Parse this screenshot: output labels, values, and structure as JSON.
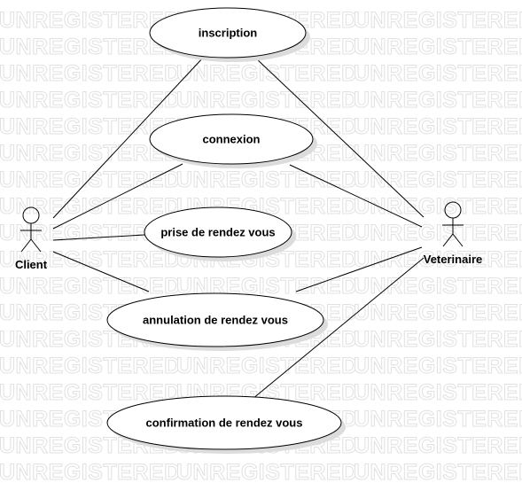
{
  "watermark": {
    "text": "UNREGISTERED"
  },
  "diagram": {
    "actors": [
      {
        "id": "client",
        "label": "Client"
      },
      {
        "id": "veterinaire",
        "label": "Veterinaire"
      }
    ],
    "use_cases": [
      {
        "id": "inscription",
        "label": "inscription"
      },
      {
        "id": "connexion",
        "label": "connexion"
      },
      {
        "id": "prise",
        "label": "prise de rendez vous"
      },
      {
        "id": "annulation",
        "label": "annulation de rendez vous"
      },
      {
        "id": "confirmation",
        "label": "confirmation de rendez vous"
      }
    ],
    "associations": [
      {
        "actor": "client",
        "use_case": "inscription"
      },
      {
        "actor": "client",
        "use_case": "connexion"
      },
      {
        "actor": "client",
        "use_case": "prise"
      },
      {
        "actor": "client",
        "use_case": "annulation"
      },
      {
        "actor": "veterinaire",
        "use_case": "inscription"
      },
      {
        "actor": "veterinaire",
        "use_case": "connexion"
      },
      {
        "actor": "veterinaire",
        "use_case": "annulation"
      },
      {
        "actor": "veterinaire",
        "use_case": "confirmation"
      }
    ]
  }
}
